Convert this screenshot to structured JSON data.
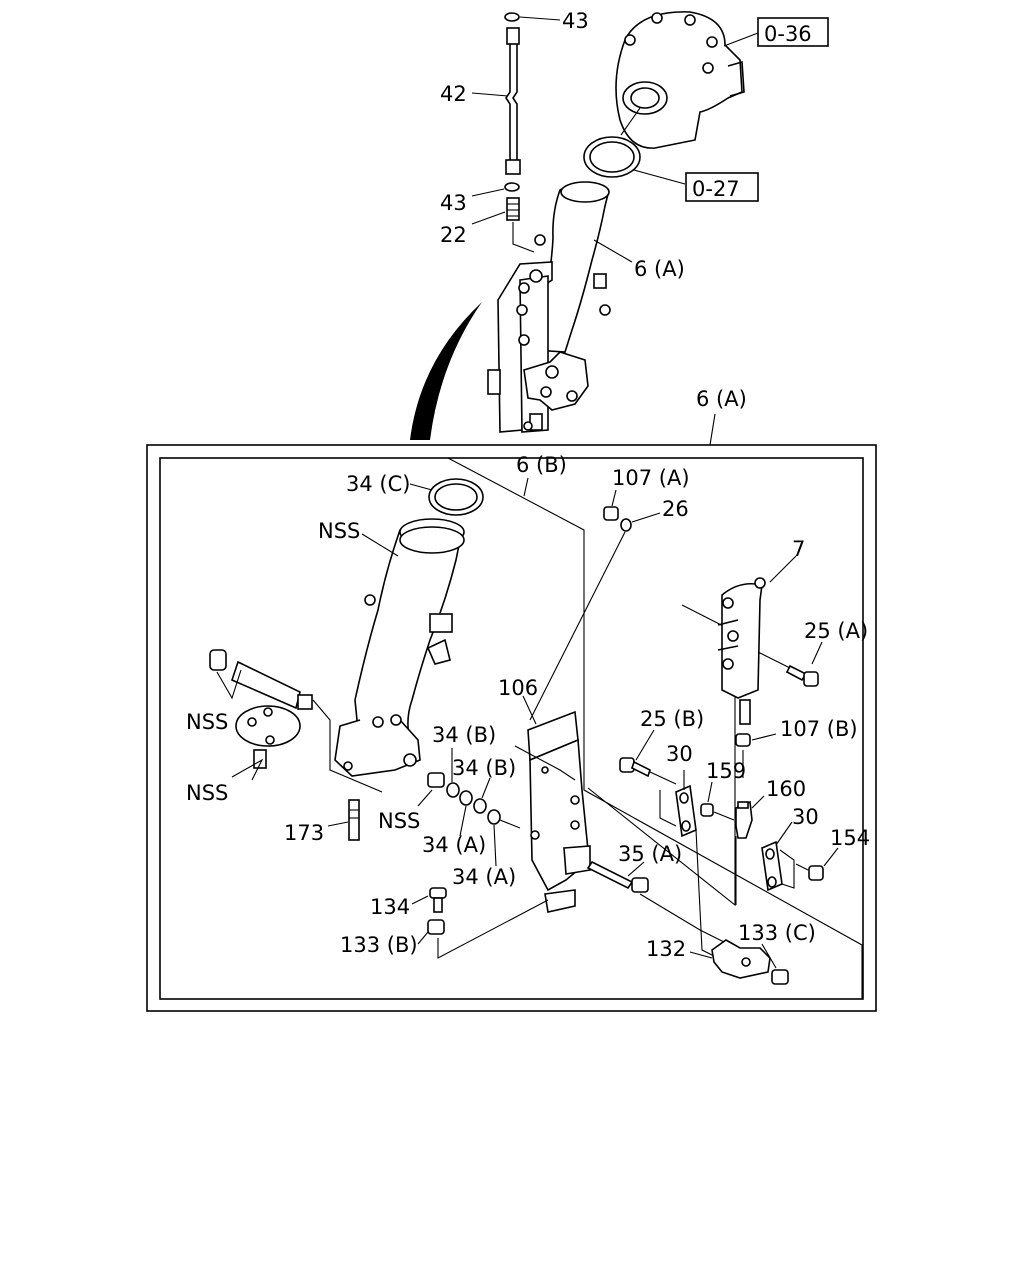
{
  "callouts": {
    "top_43a": "43",
    "top_42": "42",
    "top_43b": "43",
    "top_22": "22",
    "top_6a": "6 (A)",
    "ref_036": "0-36",
    "ref_027": "0-27",
    "frame_6a": "6 (A)",
    "p_6b": "6 (B)",
    "p_34c": "34 (C)",
    "p_nss1": "NSS",
    "p_107a": "107 (A)",
    "p_26": "26",
    "p_7": "7",
    "p_25a": "25 (A)",
    "p_106": "106",
    "p_nss2": "NSS",
    "p_nss3": "NSS",
    "p_34b1": "34 (B)",
    "p_34b2": "34 (B)",
    "p_nss4": "NSS",
    "p_173": "173",
    "p_34a1": "34 (A)",
    "p_34a2": "34 (A)",
    "p_25b": "25 (B)",
    "p_107b": "107 (B)",
    "p_30a": "30",
    "p_159": "159",
    "p_160": "160",
    "p_30b": "30",
    "p_154": "154",
    "p_35a": "35 (A)",
    "p_134": "134",
    "p_133b": "133 (B)",
    "p_133c": "133 (C)",
    "p_132": "132"
  }
}
